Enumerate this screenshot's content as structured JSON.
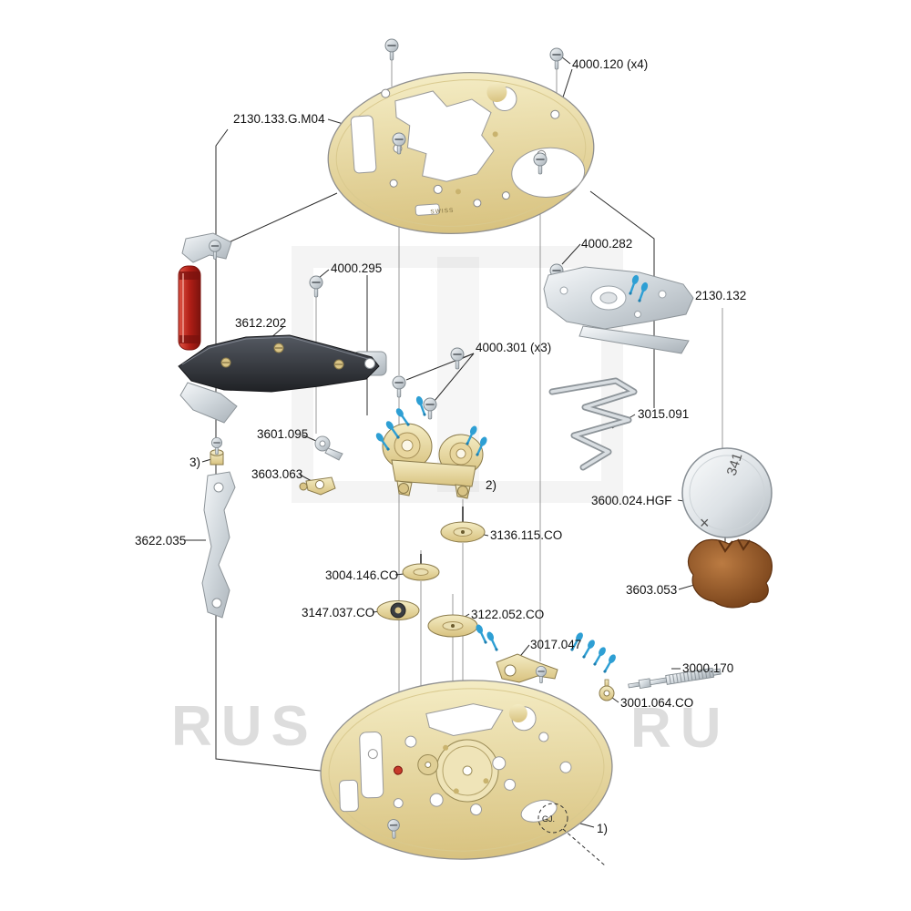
{
  "labels": {
    "p4000_120": "4000.120 (x4)",
    "p2130_133": "2130.133.G.M04",
    "p4000_295": "4000.295",
    "p4000_282": "4000.282",
    "p2130_132": "2130.132",
    "p3612_202": "3612.202",
    "p4000_301": "4000.301 (x3)",
    "p3015_091": "3015.091",
    "p3601_095": "3601.095",
    "p3603_063": "3603.063",
    "p3600_024": "3600.024.HGF",
    "p3622_035": "3622.035",
    "p3136_115": "3136.115.CO",
    "p3004_146": "3004.146.CO",
    "p3603_053": "3603.053",
    "p3147_037": "3147.037.CO",
    "p3122_052": "3122.052.CO",
    "p3017_047": "3017.047",
    "p3000_170": "3000.170",
    "p3001_064": "3001.064.CO",
    "note1": "1)",
    "note2": "2)",
    "note3": "3)",
    "battery_marking": "341",
    "battery_symbol": "×",
    "plate_engraving": "SWISS",
    "detail_marking": "GJ.",
    "watermark_left": "RUS",
    "watermark_right": "RU"
  },
  "colors": {
    "plate_gold": "#d8c27f",
    "part_silver": "#cfd6db",
    "contact_pin_blue": "#2e9fd4",
    "insulator_red": "#8f140c",
    "insulator_brown": "#6e3a14",
    "bridge_black": "#24262b"
  }
}
